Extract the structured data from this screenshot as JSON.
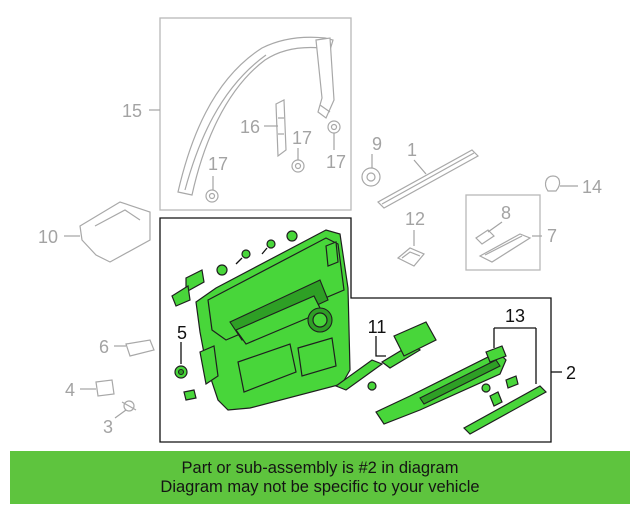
{
  "callouts": {
    "c1": "1",
    "c2": "2",
    "c3": "3",
    "c4": "4",
    "c5": "5",
    "c6": "6",
    "c7": "7",
    "c8": "8",
    "c9": "9",
    "c10": "10",
    "c11": "11",
    "c12": "12",
    "c13": "13",
    "c14": "14",
    "c15": "15",
    "c16": "16",
    "c17a": "17",
    "c17b": "17",
    "c17c": "17"
  },
  "banner": {
    "line1": "Part or sub-assembly is #2 in diagram",
    "line2": "Diagram may not be specific to your vehicle"
  },
  "colors": {
    "highlight_part": "#48d63a",
    "banner_bg": "#5ec43e",
    "callout_grey": "#a3a3a3",
    "callout_black": "#111111"
  }
}
